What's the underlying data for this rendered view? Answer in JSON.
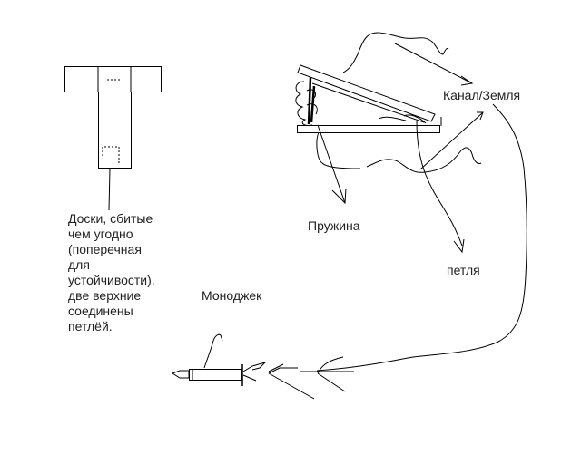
{
  "labels": {
    "boards_note": [
      "Доски, сбитые",
      "чем угодно",
      "(поперечная",
      "для",
      "устойчивости),",
      "две верхние",
      "соединены",
      "петлёй."
    ],
    "spring": "Пружина",
    "channel_ground": "Канал/Земля",
    "hinge": "петля",
    "mono_jack": "Моноджек"
  },
  "colors": {
    "ink": "#000000",
    "text": "#222222",
    "background": "#ffffff"
  }
}
